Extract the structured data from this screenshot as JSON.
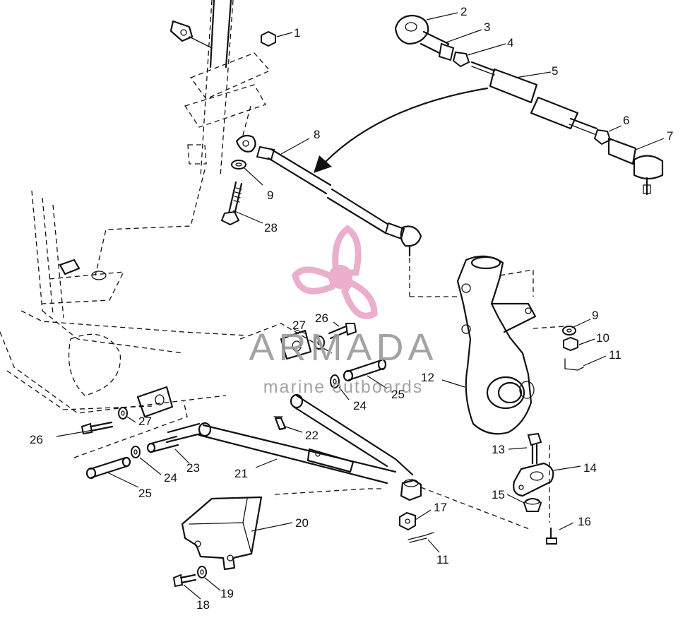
{
  "watermark": {
    "brand": "ARMADA",
    "tagline": "marine outboards",
    "logo_icon": "propeller-logo-icon",
    "logo_color": "#e8a0c4"
  },
  "callouts": [
    "1",
    "2",
    "3",
    "4",
    "5",
    "6",
    "7",
    "8",
    "9",
    "28",
    "9",
    "10",
    "11",
    "12",
    "27",
    "26",
    "24",
    "25",
    "26",
    "27",
    "22",
    "23",
    "24",
    "25",
    "21",
    "13",
    "14",
    "15",
    "16",
    "17",
    "11",
    "20",
    "18",
    "19"
  ]
}
